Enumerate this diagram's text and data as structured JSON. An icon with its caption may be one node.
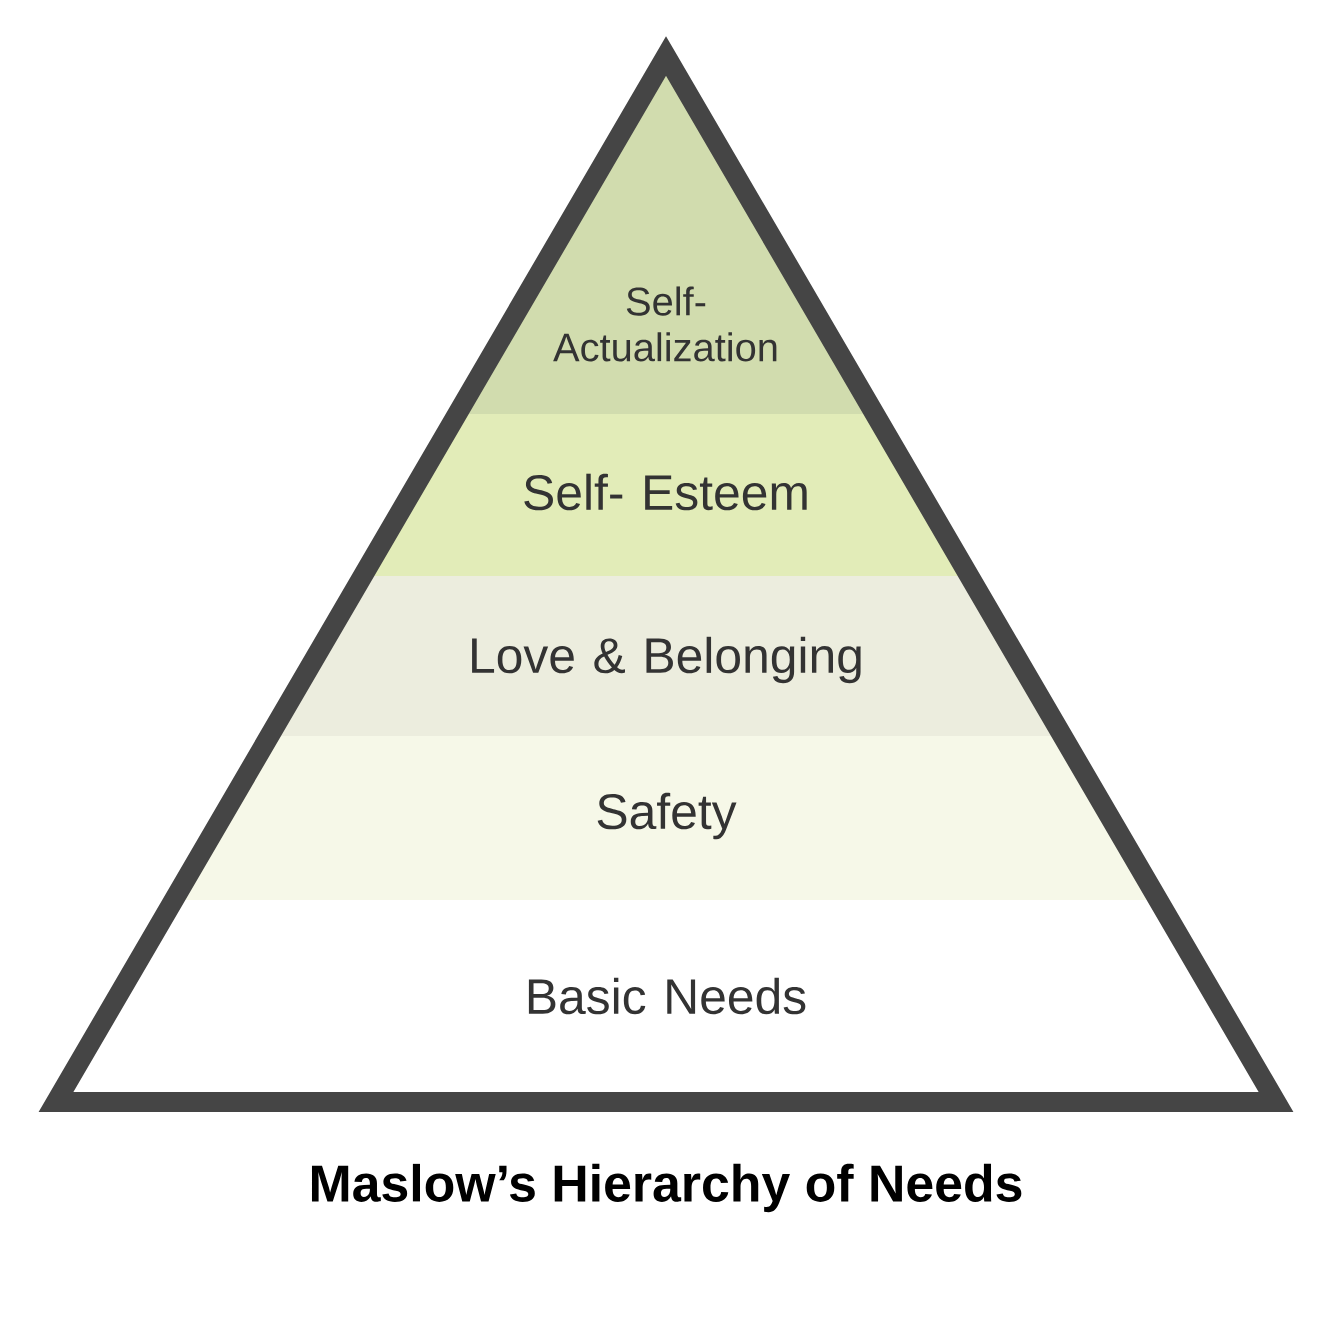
{
  "diagram": {
    "title": "Maslow’s Hierarchy of Needs",
    "nodes": [
      {
        "text": [
          "Self-Actualization"
        ]
      },
      {
        "text": [
          "Self- Esteem"
        ]
      },
      {
        "text": [
          "Love & Belonging"
        ]
      },
      {
        "text": [
          "Safety"
        ]
      },
      {
        "text": [
          "Basic Needs"
        ]
      }
    ]
  }
}
